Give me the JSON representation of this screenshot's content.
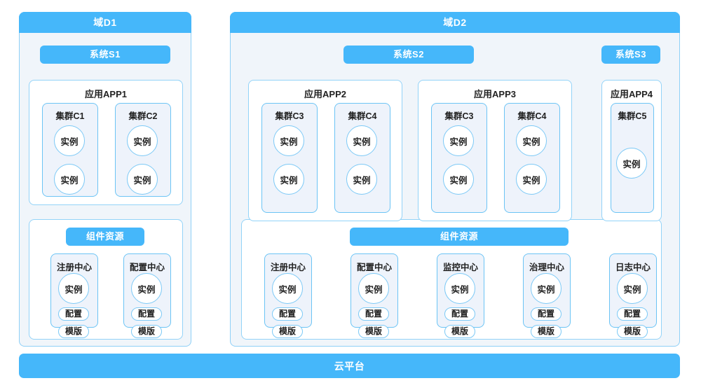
{
  "colors": {
    "accent": "#45b7fa",
    "panel_bg": "#f0f5fa",
    "box_bg": "#eef3fb",
    "border": "#6cc4f5",
    "app_border": "#93d3f8",
    "white": "#ffffff"
  },
  "footer": {
    "label": "云平台"
  },
  "domains": [
    {
      "id": "d1",
      "title": "域D1",
      "systems": [
        {
          "id": "s1",
          "label": "系统S1",
          "apps": [
            {
              "id": "app1",
              "title": "应用APP1",
              "clusters": [
                {
                  "id": "c1",
                  "title": "集群C1",
                  "instances": [
                    "实例",
                    "实例"
                  ]
                },
                {
                  "id": "c2",
                  "title": "集群C2",
                  "instances": [
                    "实例",
                    "实例"
                  ]
                }
              ]
            }
          ]
        }
      ],
      "component_group": {
        "label": "组件资源",
        "components": [
          {
            "id": "registry",
            "title": "注册中心",
            "instance": "实例",
            "pills": [
              "配置",
              "模版"
            ]
          },
          {
            "id": "config",
            "title": "配置中心",
            "instance": "实例",
            "pills": [
              "配置",
              "模版"
            ]
          }
        ]
      }
    },
    {
      "id": "d2",
      "title": "域D2",
      "systems": [
        {
          "id": "s2",
          "label": "系统S2",
          "apps": [
            {
              "id": "app2",
              "title": "应用APP2",
              "clusters": [
                {
                  "id": "c3a",
                  "title": "集群C3",
                  "instances": [
                    "实例",
                    "实例"
                  ]
                },
                {
                  "id": "c4a",
                  "title": "集群C4",
                  "instances": [
                    "实例",
                    "实例"
                  ]
                }
              ]
            },
            {
              "id": "app3",
              "title": "应用APP3",
              "clusters": [
                {
                  "id": "c3b",
                  "title": "集群C3",
                  "instances": [
                    "实例",
                    "实例"
                  ]
                },
                {
                  "id": "c4b",
                  "title": "集群C4",
                  "instances": [
                    "实例",
                    "实例"
                  ]
                }
              ]
            }
          ]
        },
        {
          "id": "s3",
          "label": "系统S3",
          "apps": [
            {
              "id": "app4",
              "title": "应用APP4",
              "clusters": [
                {
                  "id": "c5",
                  "title": "集群C5",
                  "instances": [
                    "实例"
                  ]
                }
              ]
            }
          ]
        }
      ],
      "component_group": {
        "label": "组件资源",
        "components": [
          {
            "id": "registry2",
            "title": "注册中心",
            "instance": "实例",
            "pills": [
              "配置",
              "模版"
            ]
          },
          {
            "id": "config2",
            "title": "配置中心",
            "instance": "实例",
            "pills": [
              "配置",
              "模版"
            ]
          },
          {
            "id": "monitor2",
            "title": "监控中心",
            "instance": "实例",
            "pills": [
              "配置",
              "模版"
            ]
          },
          {
            "id": "govern2",
            "title": "治理中心",
            "instance": "实例",
            "pills": [
              "配置",
              "模版"
            ]
          },
          {
            "id": "log2",
            "title": "日志中心",
            "instance": "实例",
            "pills": [
              "配置",
              "模版"
            ]
          }
        ]
      }
    }
  ]
}
